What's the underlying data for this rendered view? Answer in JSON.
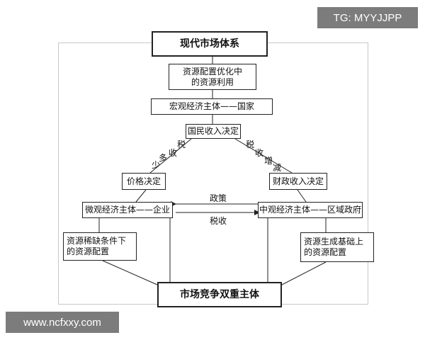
{
  "watermarks": {
    "top_right": "TG: MYYJJPP",
    "bottom_left": "www.ncfxxy.com"
  },
  "nodes": {
    "top": "现代市场体系",
    "allocation_line1": "资源配置优化中",
    "allocation_line2": "的资源利用",
    "macro": "宏观经济主体——国家",
    "national_income": "国民收入决定",
    "price": "价格决定",
    "fiscal": "财政收入决定",
    "micro": "微观经济主体——企业",
    "meso": "中观经济主体——区域政府",
    "scarce_line1": "资源稀缺条件下",
    "scarce_line2": "的资源配置",
    "generated_line1": "资源生成基础上",
    "generated_line2": "的资源配置",
    "bottom": "市场竞争双重主体"
  },
  "edge_labels": {
    "left_diagonal": [
      "税",
      "收",
      "少",
      "多"
    ],
    "right_diagonal": [
      "税",
      "收",
      "增",
      "减"
    ],
    "policy": "政策",
    "tax": "税收"
  },
  "colors": {
    "line": "#222222",
    "frame": "#c8c8c8",
    "watermark_bg": "#505050"
  }
}
